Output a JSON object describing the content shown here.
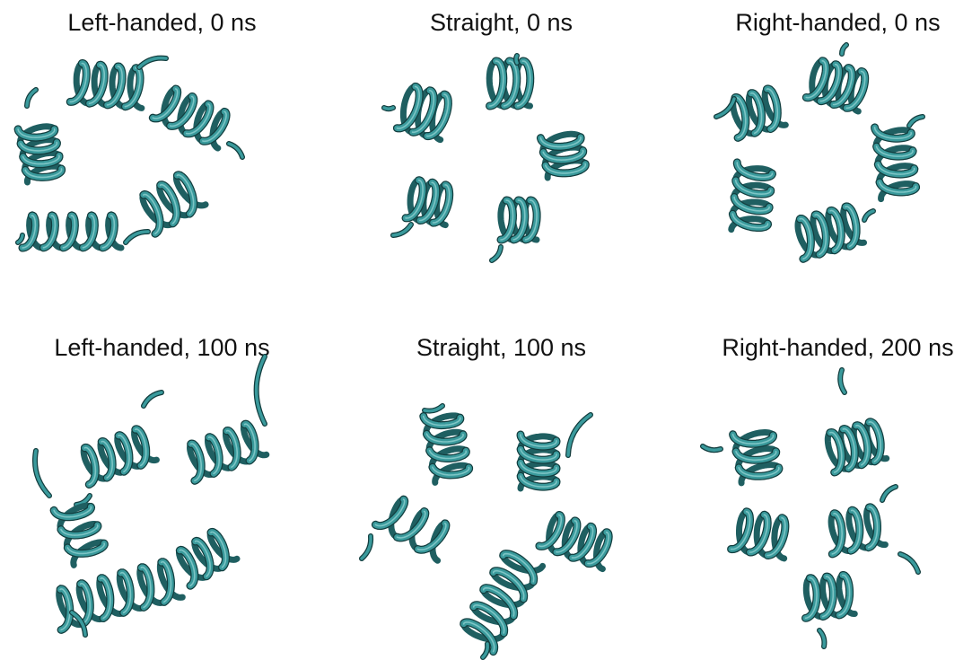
{
  "figure": {
    "helix_color": "#3a9a9c",
    "helix_dark": "#1f5f61",
    "helix_light": "#8fd0d0",
    "panels": [
      {
        "title": "Left-handed, 0 ns"
      },
      {
        "title": "Straight, 0 ns"
      },
      {
        "title": "Right-handed, 0 ns"
      },
      {
        "title": "Left-handed, 100 ns"
      },
      {
        "title": "Straight, 100 ns"
      },
      {
        "title": "Right-handed, 200 ns"
      }
    ]
  }
}
